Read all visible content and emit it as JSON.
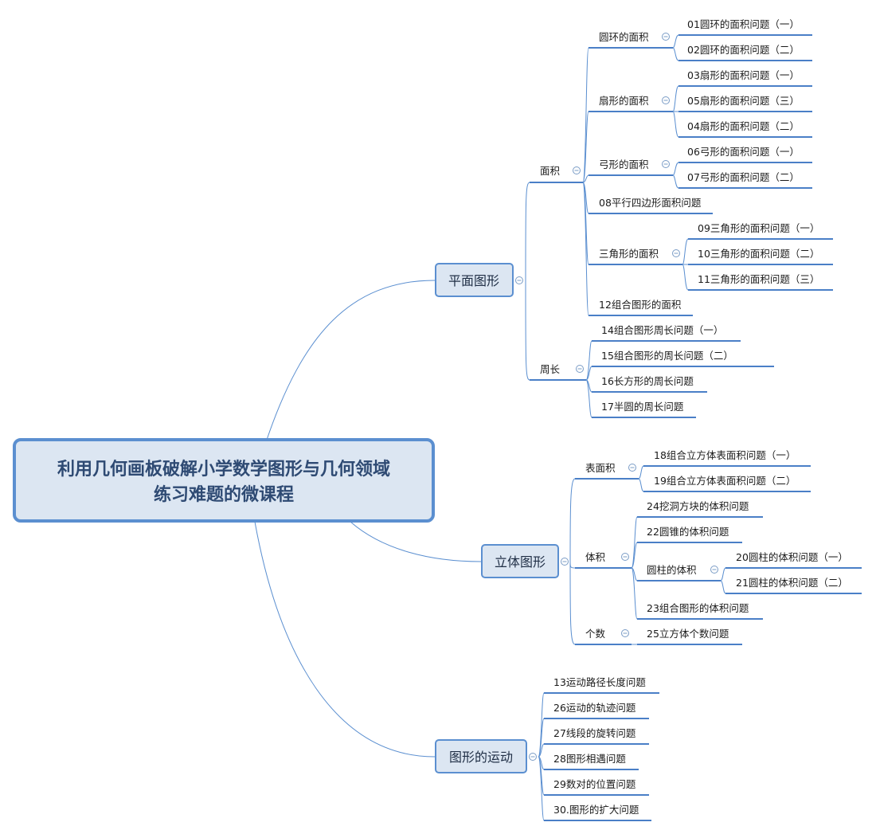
{
  "root": {
    "line1": "利用几何画板破解小学数学图形与几何领域",
    "line2": "练习难题的微课程"
  },
  "plane": {
    "label": "平面图形",
    "area": {
      "label": "面积",
      "ring": {
        "label": "圆环的面积",
        "items": [
          "01圆环的面积问题（一）",
          "02圆环的面积问题（二）"
        ]
      },
      "sector": {
        "label": "扇形的面积",
        "items": [
          "03扇形的面积问题（一）",
          "05扇形的面积问题（三）",
          "04扇形的面积问题（二）"
        ]
      },
      "bow": {
        "label": "弓形的面积",
        "items": [
          "06弓形的面积问题（一）",
          "07弓形的面积问题（二）"
        ]
      },
      "parallelogram": "08平行四边形面积问题",
      "triangle": {
        "label": "三角形的面积",
        "items": [
          "09三角形的面积问题（一）",
          "10三角形的面积问题（二）",
          "11三角形的面积问题（三）"
        ]
      },
      "combined": "12组合图形的面积"
    },
    "perimeter": {
      "label": "周长",
      "items": [
        "14组合图形周长问题（一）",
        "15组合图形的周长问题（二）",
        "16长方形的周长问题",
        "17半圆的周长问题"
      ]
    }
  },
  "solid": {
    "label": "立体图形",
    "surface": {
      "label": "表面积",
      "items": [
        "18组合立方体表面积问题（一）",
        "19组合立方体表面积问题（二）"
      ]
    },
    "volume": {
      "label": "体积",
      "hole": "24挖洞方块的体积问题",
      "cone": "22圆锥的体积问题",
      "cylinder": {
        "label": "圆柱的体积",
        "items": [
          "20圆柱的体积问题（一）",
          "21圆柱的体积问题（二）"
        ]
      },
      "combined": "23组合图形的体积问题"
    },
    "count": {
      "label": "个数",
      "items": [
        "25立方体个数问题"
      ]
    }
  },
  "motion": {
    "label": "图形的运动",
    "items": [
      "13运动路径长度问题",
      "26运动的轨迹问题",
      "27线段的旋转问题",
      "28图形相遇问题",
      "29数对的位置问题",
      "30.图形的扩大问题"
    ]
  }
}
